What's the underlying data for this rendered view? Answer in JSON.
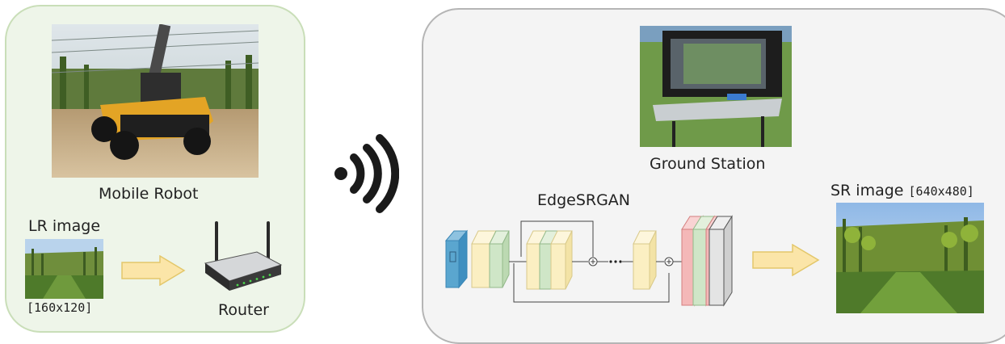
{
  "robot_panel": {
    "caption": "Mobile Robot",
    "lr_label": "LR image",
    "lr_size": "[160x120]",
    "router_label": "Router"
  },
  "station_panel": {
    "caption": "Ground Station",
    "network_label": "EdgeSRGAN",
    "sr_label": "SR image",
    "sr_size": "[640x480]"
  },
  "colors": {
    "robot_panel_fill": "#eef5e9",
    "robot_panel_border": "#c9deb8",
    "station_panel_fill": "#f4f4f4",
    "station_panel_border": "#b5b5b5",
    "arrow_fill": "#fbe5a8",
    "arrow_border": "#e3c76a",
    "block_yellow": "#fbefc2",
    "block_green": "#cfe6c7",
    "block_blue": "#5aa6cf",
    "block_red": "#f4b8b8",
    "block_gray": "#e4e4e4"
  },
  "icons": [
    "wireless-signal-icon",
    "router-icon",
    "arrow-right-icon"
  ]
}
